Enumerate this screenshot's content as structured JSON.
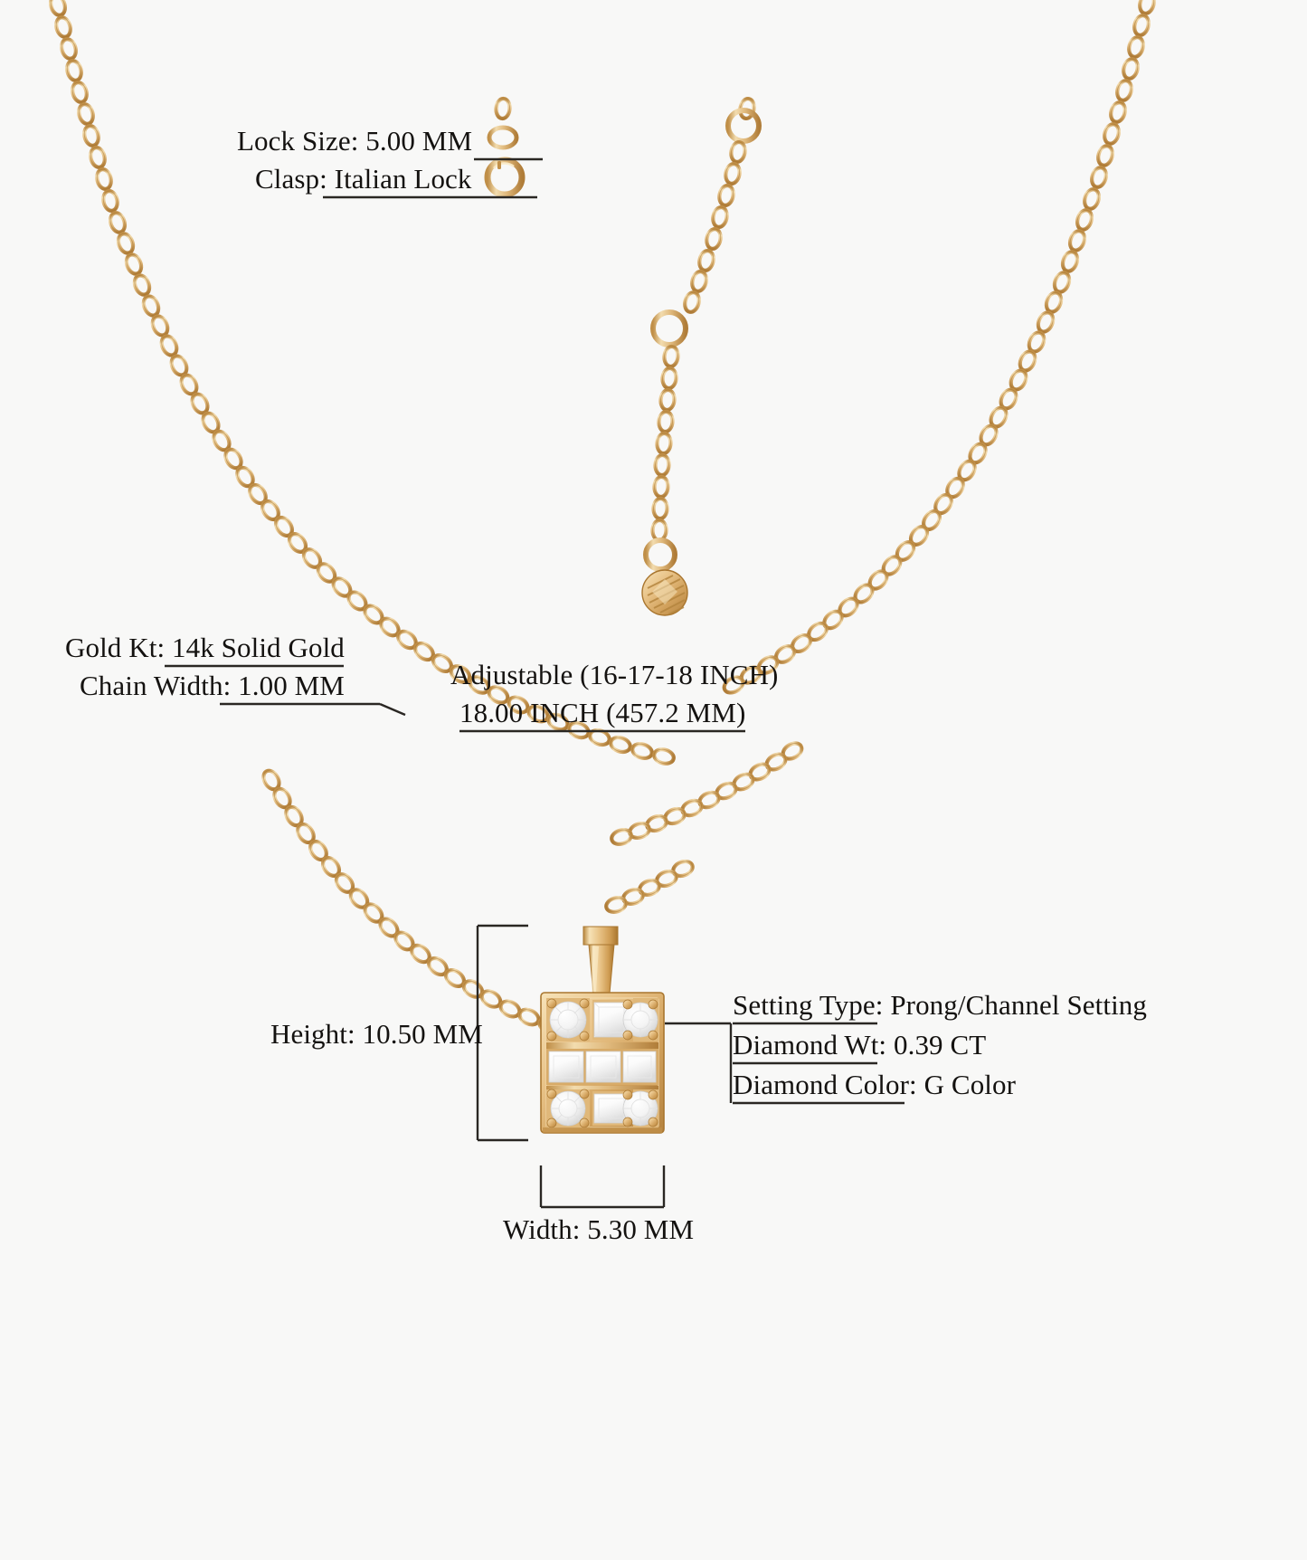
{
  "page": {
    "background": "#f8f8f7",
    "text_color": "#141210",
    "gold_light": "#f3d9a4",
    "gold_mid": "#e3b873",
    "gold_dark": "#c2914a",
    "gold_shadow": "#a97a38",
    "diamond_light": "#ffffff",
    "diamond_mid": "#f2f2f2",
    "diamond_shadow": "#d8d8d8",
    "rule_color": "#2a2723"
  },
  "product": {
    "type": "necklace",
    "description": "14k solid gold adjustable chain necklace with rectangular prong and channel set diamond pendant"
  },
  "specs": {
    "lock_size": "Lock Size: 5.00 MM",
    "clasp": "Clasp: Italian Lock",
    "gold_kt": "Gold Kt: 14k Solid Gold",
    "chain_width": "Chain Width: 1.00 MM",
    "adjustable": "Adjustable (16-17-18 INCH)",
    "length": "18.00 INCH (457.2 MM)",
    "setting_type": "Setting Type: Prong/Channel Setting",
    "diamond_wt": "Diamond Wt: 0.39 CT",
    "diamond_color": "Diamond Color: G Color",
    "height": "Height: 10.50 MM",
    "width": "Width: 5.30 MM"
  },
  "values": {
    "lock_size_mm": "5.00 MM",
    "clasp_type": "Italian Lock",
    "gold_karat": "14k Solid Gold",
    "chain_width_mm": "1.00 MM",
    "adjustable_range": "16-17-18 INCH",
    "length_inch": "18.00 INCH",
    "length_mm": "457.2 MM",
    "setting": "Prong/Channel Setting",
    "diamond_weight_ct": "0.39 CT",
    "diamond_color_grade": "G Color",
    "pendant_height_mm": "10.50 MM",
    "pendant_width_mm": "5.30 MM"
  },
  "icons": {
    "clasp": "spring-ring-clasp-icon",
    "extender": "chain-extender-tag-icon",
    "pendant": "rectangular-diamond-pendant-icon",
    "chain": "cable-chain-icon"
  }
}
